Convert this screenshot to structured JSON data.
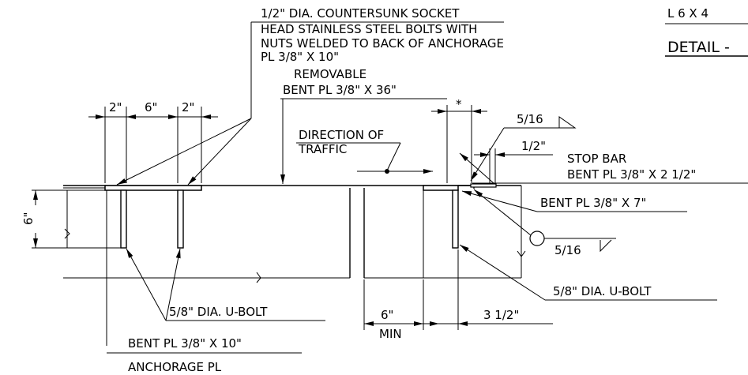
{
  "detail": {
    "header_top": "L 6 X 4",
    "title": "DETAIL -"
  },
  "notes": {
    "bolts_line1": "1/2\" DIA. COUNTERSUNK SOCKET",
    "bolts_line2": "HEAD STAINLESS STEEL BOLTS WITH",
    "bolts_line3": "NUTS WELDED TO BACK OF ANCHORAGE",
    "bolts_line4": "PL 3/8\" X 10\"",
    "removable_line1": "REMOVABLE",
    "removable_line2": "BENT PL 3/8\" X 36\"",
    "direction_line1": "DIRECTION OF",
    "direction_line2": "TRAFFIC",
    "stop_bar_line1": "STOP BAR",
    "stop_bar_line2": "BENT PL 3/8\" X 2 1/2\"",
    "bent_7": "BENT PL 3/8\" X 7\"",
    "ubolt_left": "5/8\" DIA. U-BOLT",
    "ubolt_right": "5/8\" DIA. U-BOLT",
    "bent_10": "BENT PL 3/8\" X 10\"",
    "anchorage": "ANCHORAGE PL",
    "min": "MIN"
  },
  "dimensions": {
    "d_2_left": "2\"",
    "d_6_top": "6\"",
    "d_2_right": "2\"",
    "d_6_vertical": "6\"",
    "d_star": "*",
    "d_half": "1/2\"",
    "d_6_bottom": "6\"",
    "d_3_5": "3 1/2\""
  },
  "welds": {
    "weld_top": "5/16",
    "weld_bottom": "5/16"
  }
}
